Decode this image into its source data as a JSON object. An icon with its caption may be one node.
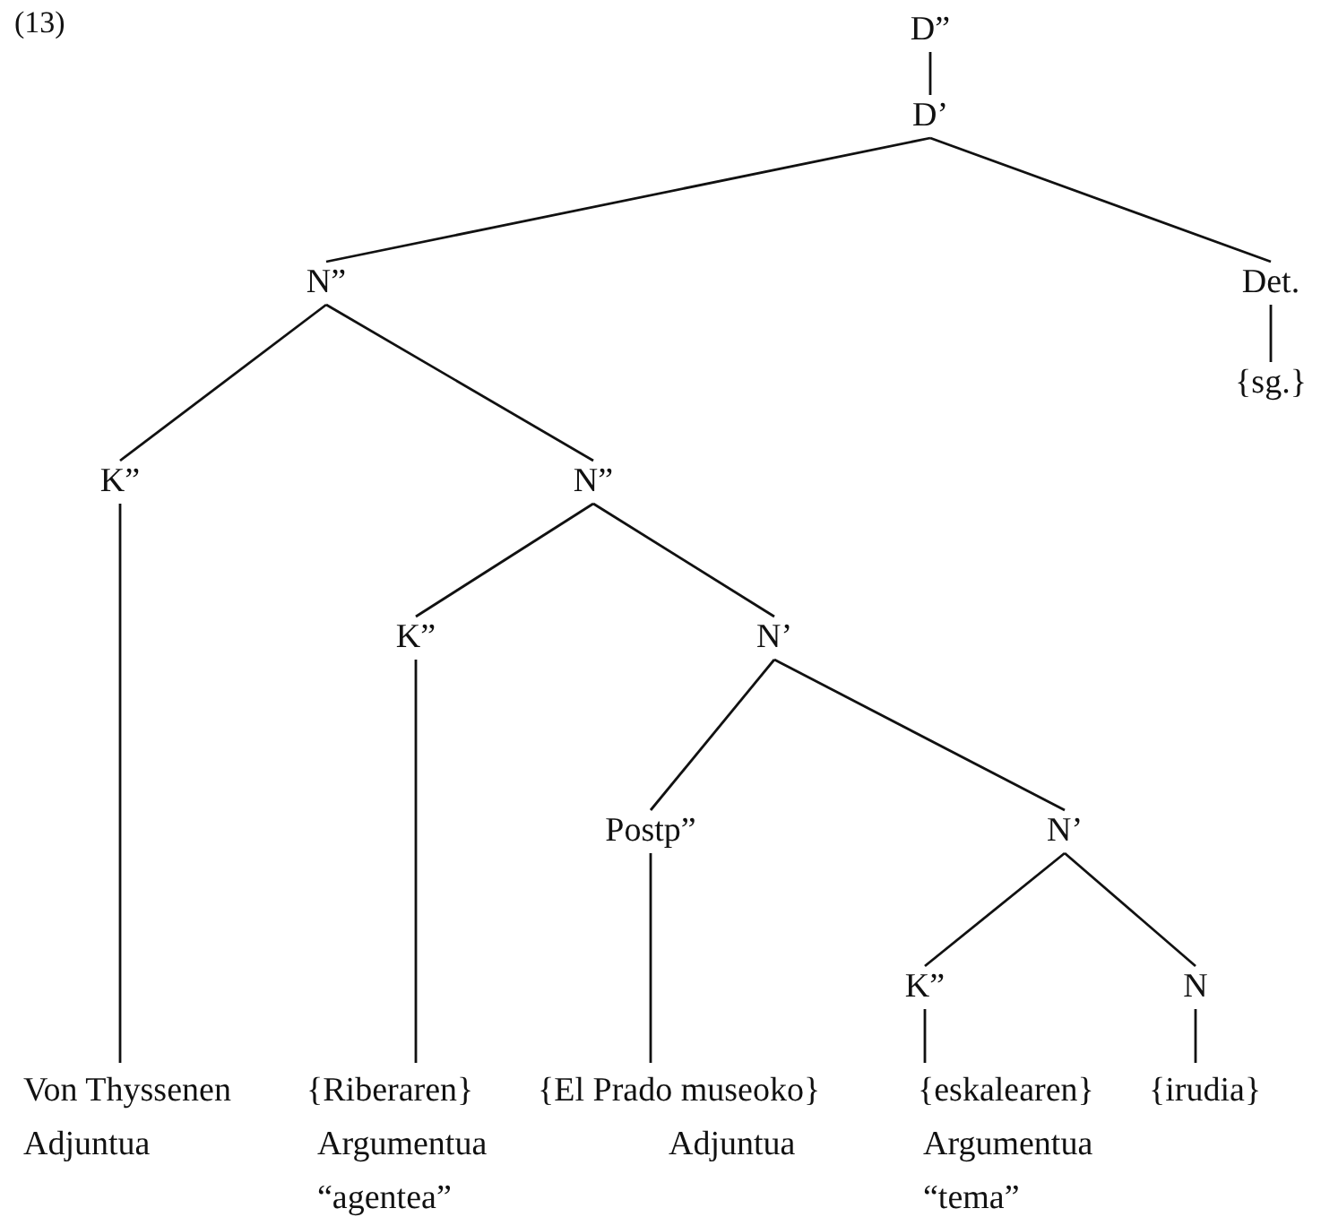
{
  "diagram": {
    "nodes": [
      {
        "text": [
          "D”"
        ]
      },
      {
        "text": [
          "D’"
        ]
      },
      {
        "text": [
          "N”"
        ]
      },
      {
        "text": [
          "Det."
        ]
      },
      {
        "text": [
          "{sg.}"
        ]
      },
      {
        "text": [
          "K”"
        ]
      },
      {
        "text": [
          "N”"
        ]
      },
      {
        "text": [
          "K”"
        ]
      },
      {
        "text": [
          "N’"
        ]
      },
      {
        "text": [
          "Postp”"
        ]
      },
      {
        "text": [
          "N’"
        ]
      },
      {
        "text": [
          "K”"
        ]
      },
      {
        "text": [
          "N"
        ]
      },
      {
        "text": [
          "Von Thyssenen",
          "Adjuntua"
        ]
      },
      {
        "text": [
          "{Riberaren}",
          "Argumentua",
          "“agentea”"
        ]
      },
      {
        "text": [
          "{El Prado museoko}",
          "Adjuntua"
        ]
      },
      {
        "text": [
          "{eskalearen}",
          "Argumentua",
          "“tema”"
        ]
      },
      {
        "text": [
          "{irudia}"
        ]
      }
    ],
    "edges": [
      {
        "from": 0,
        "to": 1,
        "arrow": "none"
      },
      {
        "from": 1,
        "to": 2,
        "arrow": "none"
      },
      {
        "from": 1,
        "to": 3,
        "arrow": "none"
      },
      {
        "from": 3,
        "to": 4,
        "arrow": "none"
      },
      {
        "from": 2,
        "to": 5,
        "arrow": "none"
      },
      {
        "from": 2,
        "to": 6,
        "arrow": "none"
      },
      {
        "from": 6,
        "to": 7,
        "arrow": "none"
      },
      {
        "from": 6,
        "to": 8,
        "arrow": "none"
      },
      {
        "from": 8,
        "to": 9,
        "arrow": "none"
      },
      {
        "from": 8,
        "to": 10,
        "arrow": "none"
      },
      {
        "from": 10,
        "to": 11,
        "arrow": "none"
      },
      {
        "from": 10,
        "to": 12,
        "arrow": "none"
      },
      {
        "from": 5,
        "to": 13,
        "arrow": "none"
      },
      {
        "from": 7,
        "to": 14,
        "arrow": "none"
      },
      {
        "from": 9,
        "to": 15,
        "arrow": "none"
      },
      {
        "from": 11,
        "to": 16,
        "arrow": "none"
      },
      {
        "from": 12,
        "to": 17,
        "arrow": "none"
      }
    ],
    "labels": [
      "(13)"
    ]
  }
}
